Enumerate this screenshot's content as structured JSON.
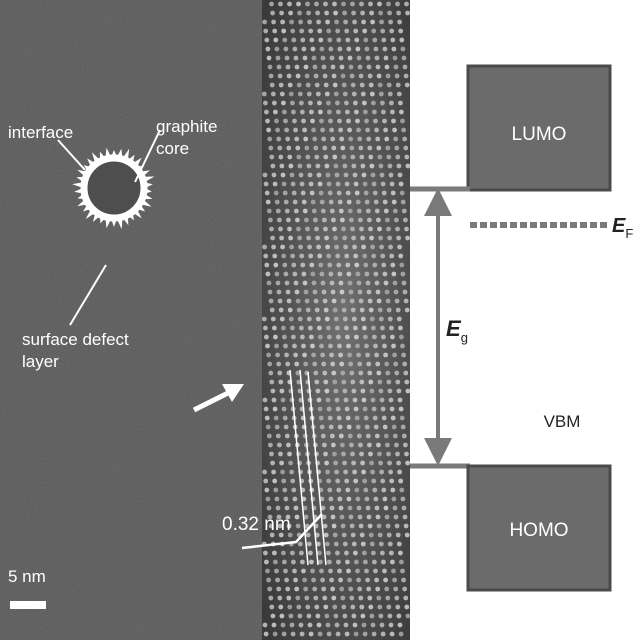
{
  "tem": {
    "labels": {
      "interface": "interface",
      "graphite_core_line1": "graphite",
      "graphite_core_line2": "core",
      "surface_defect_line1": "surface defect",
      "surface_defect_line2": "layer",
      "lattice_spacing": "0.32 nm",
      "scale_bar": "5 nm"
    }
  },
  "energy_diagram": {
    "lumo_label": "LUMO",
    "homo_label": "HOMO",
    "fermi_symbol": "E",
    "fermi_subscript": "F",
    "gap_symbol": "E",
    "gap_subscript": "g",
    "vbm_label": "VBM"
  },
  "colors": {
    "tem_background": "#5f5f5f",
    "lattice_background": "#3c3c3c",
    "band_box": "#6b6b6b",
    "band_box_edge": "#4a4a4a",
    "arrow": "#7a7a7a",
    "fermi_dash": "#7a7a7a",
    "annotation": "#ffffff"
  }
}
